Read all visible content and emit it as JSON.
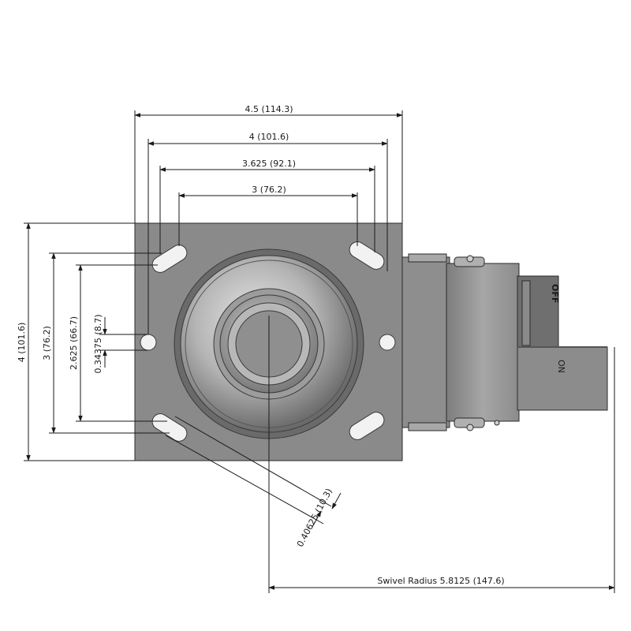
{
  "dimensions": {
    "overall_width": "4.5 (114.3)",
    "bolt_width_outer": "4 (101.6)",
    "bolt_width_mid": "3.625 (92.1)",
    "bolt_width_inner": "3 (76.2)",
    "overall_height": "4 (101.6)",
    "bolt_height_outer": "3 (76.2)",
    "bolt_height_inner": "2.625 (66.7)",
    "hole_offset": "0.34375 (8.7)",
    "slot_width": "0.40625 (10.3)",
    "swivel_radius": "Swivel Radius 5.8125 (147.6)"
  },
  "brake_labels": {
    "off": "OFF",
    "on": "ON"
  },
  "colors": {
    "plate": "#8a8a8a",
    "plate_edge": "#6e6e6e",
    "wheel_light": "#d8d8d8",
    "wheel_dark": "#5a5a5a",
    "brake_body": "#9a9a9a",
    "line": "#1a1a1a"
  }
}
